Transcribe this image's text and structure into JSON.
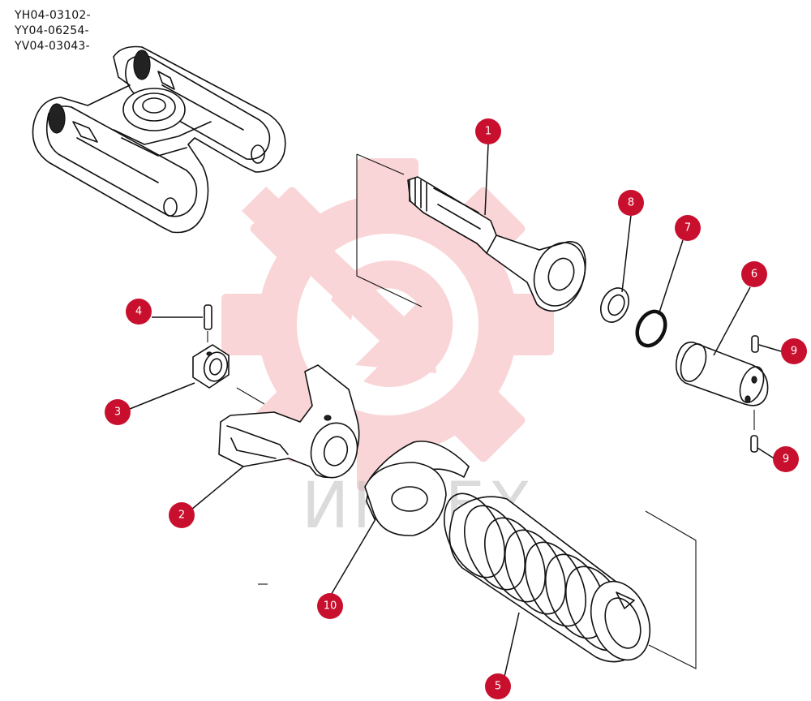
{
  "serial_numbers": [
    "YH04-03102-",
    "YY04-06254-",
    "YV04-03043-"
  ],
  "watermark": {
    "text": "ИНТЕХ",
    "color": "#e8434a"
  },
  "callout_color": "#c8102e",
  "callouts": [
    {
      "id": "c1",
      "label": "1",
      "part": "shaft"
    },
    {
      "id": "c2",
      "label": "2",
      "part": "yoke"
    },
    {
      "id": "c3",
      "label": "3",
      "part": "nut"
    },
    {
      "id": "c4",
      "label": "4",
      "part": "pin"
    },
    {
      "id": "c5",
      "label": "5",
      "part": "spring"
    },
    {
      "id": "c6",
      "label": "6",
      "part": "pin"
    },
    {
      "id": "c7",
      "label": "7",
      "part": "snap-ring"
    },
    {
      "id": "c8",
      "label": "8",
      "part": "washer"
    },
    {
      "id": "c9a",
      "label": "9",
      "part": "spring-pin"
    },
    {
      "id": "c9b",
      "label": "9",
      "part": "spring-pin"
    },
    {
      "id": "c10",
      "label": "10",
      "part": "seat"
    }
  ]
}
